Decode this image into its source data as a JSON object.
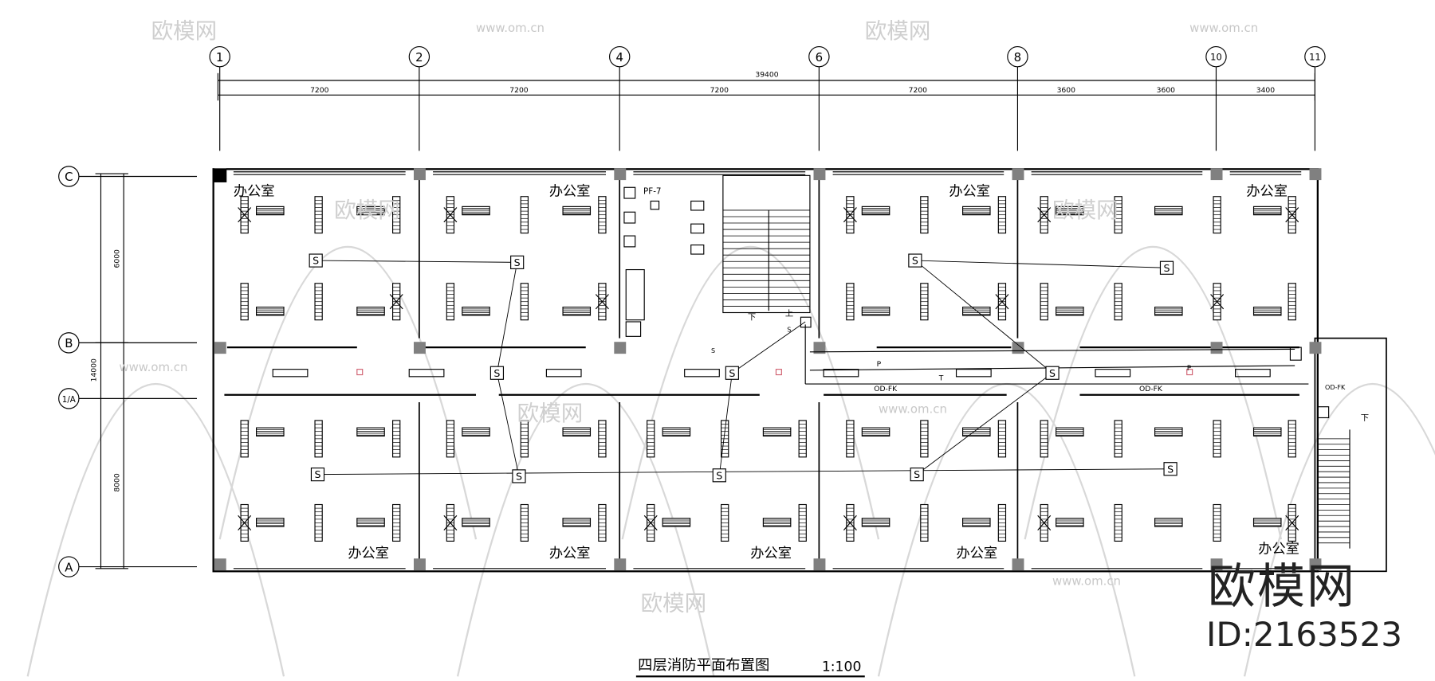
{
  "drawing": {
    "title": "四层消防平面布置图",
    "scale": "1:100",
    "axes_top": [
      "1",
      "2",
      "4",
      "6",
      "8",
      "10",
      "11"
    ],
    "axes_left": [
      "C",
      "B",
      "1/A",
      "A"
    ],
    "dim_total_top": "39400",
    "dims_top": [
      "7200",
      "7200",
      "7200",
      "7200",
      "3600",
      "3600",
      "3400"
    ],
    "dim_total_left": "14000",
    "dims_left": [
      "6000",
      "8000"
    ],
    "room_label": "办公室",
    "rooms_top": [
      "办公室",
      "办公室",
      "办公室",
      "办公室"
    ],
    "rooms_bottom": [
      "办公室",
      "办公室",
      "办公室",
      "办公室",
      "办公室"
    ],
    "annotations": {
      "fan": "PF-7",
      "up": "上",
      "down": "下",
      "down_right": "下",
      "pipe_p": "P",
      "pipe_t": "T",
      "duct_1": "OD-FK",
      "duct_2": "OD-FK",
      "duct_3": "OD-FK",
      "s_mark": "S",
      "p_mark": "P",
      "stair_s": "S"
    },
    "detector_symbol": "S"
  },
  "watermark": {
    "brand": "欧模网",
    "url": "www.om.cn",
    "id": "ID:2163523"
  },
  "colors": {
    "line": "#000000",
    "column": "#808080",
    "watermark": "#d0d0d0",
    "marker": "#d06070"
  }
}
